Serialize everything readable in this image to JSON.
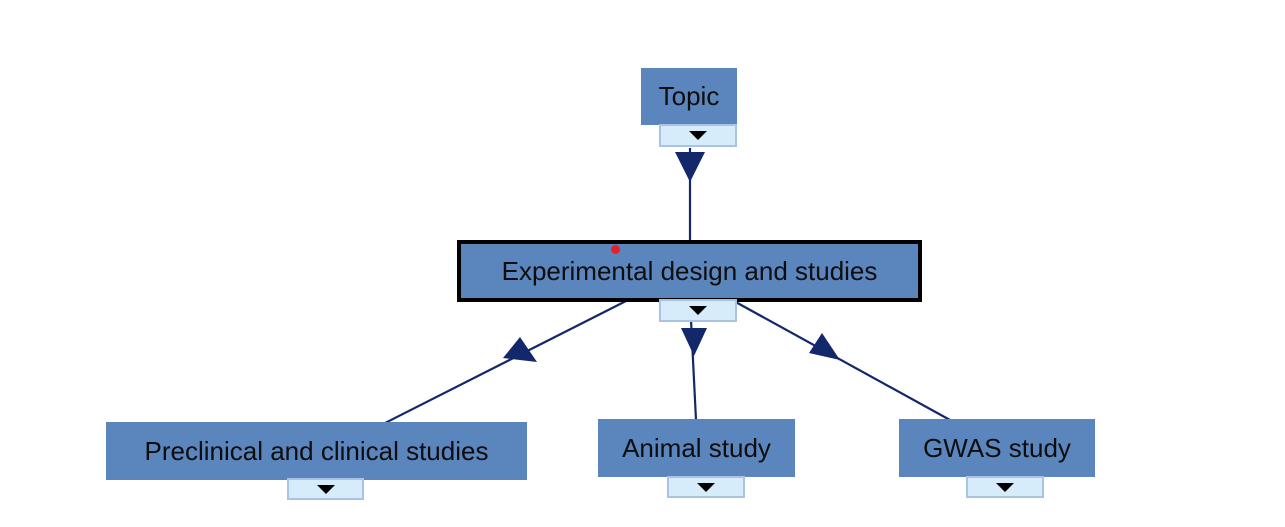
{
  "diagram": {
    "nodes": [
      {
        "id": "topic",
        "label": "Topic",
        "selected": false
      },
      {
        "id": "experimental",
        "label": "Experimental design and studies",
        "selected": true
      },
      {
        "id": "preclinical",
        "label": "Preclinical and clinical studies",
        "selected": false
      },
      {
        "id": "animal",
        "label": "Animal study",
        "selected": false
      },
      {
        "id": "gwas",
        "label": "GWAS study",
        "selected": false
      }
    ],
    "edges": [
      {
        "from": "topic",
        "to": "experimental"
      },
      {
        "from": "experimental",
        "to": "preclinical"
      },
      {
        "from": "experimental",
        "to": "animal"
      },
      {
        "from": "experimental",
        "to": "gwas"
      }
    ],
    "colors": {
      "node_fill": "#5a85bd",
      "edge": "#13286b",
      "toggle_fill": "#d6ecfb",
      "toggle_border": "#a9c3e6",
      "selected_border": "#000000",
      "cursor_marker": "#e8202a"
    },
    "toggle_icon": "caret-down-icon"
  }
}
